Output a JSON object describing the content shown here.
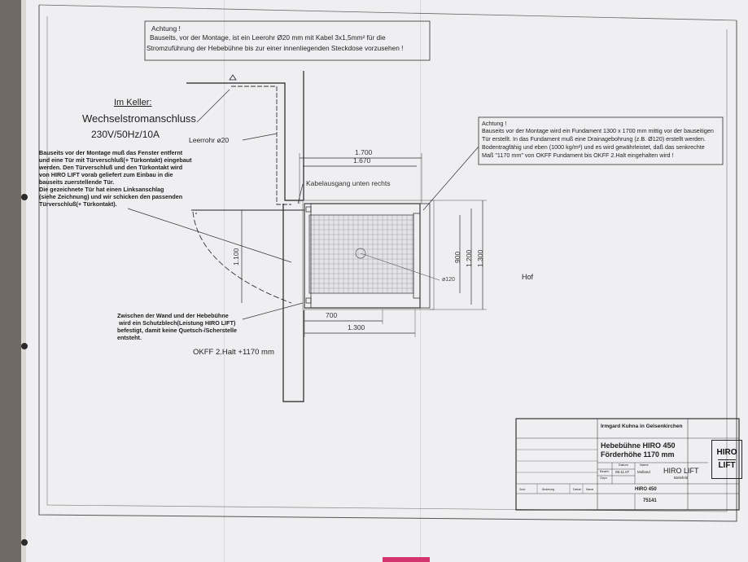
{
  "warning_top": {
    "title": "Achtung !",
    "line1": "Bauseits, vor der Montage, ist ein Leerohr Ø20 mm mit Kabel 3x1,5mm² für die",
    "line2": "Stromzuführung der Hebebühne bis zur einer innenliegenden Steckdose vorzusehen !"
  },
  "keller": {
    "heading": "Im Keller:",
    "line1": "Wechselstromanschluss",
    "line2": "230V/50Hz/10A"
  },
  "leerrohr": "Leerrohr ø20",
  "window_note": [
    "Bauseits vor der Montage muß das Fenster entfernt",
    "und eine Tür mit Türverschluß(+ Türkontakt) eingebaut",
    "werden. Den Türverschluß und den Türkontakt wird",
    "von HIRO LIFT vorab geliefert zum Einbau in die",
    "bauseits zuerstellende Tür.",
    "Die gezeichnete Tür hat einen Linksanschlag",
    "(siehe Zeichnung) und wir schicken den passenden",
    "Türverschluß(+ Türkontakt)."
  ],
  "kabel": "Kabelausgang unten rechts",
  "dimensions": {
    "d1700": "1.700",
    "d1670": "1.670",
    "d1100": "1.100",
    "d900": "900",
    "d1200": "1.200",
    "d1300v": "1.300",
    "d700": "700",
    "d1300h": "1.300",
    "dia120": "ø120"
  },
  "shield_note": [
    "Zwischen der Wand und der Hebebühne",
    "wird ein Schutzblech(Leistung HIRO LIFT)",
    "befestigt, damit keine Quetsch-/Scherstelle",
    "entsteht."
  ],
  "okff": "OKFF 2.Halt +1170 mm",
  "warning_right": [
    "Achtung !",
    "Bauseits vor der Montage wird ein Fundament 1300 x 1700 mm mittig vor der bauseitigen",
    "Tür erstellt. In das Fundament muß eine Drainagebohrung (z.B. Ø120) erstellt werden.",
    "Bodentragfähig und eben (1000 kg/m²) und es wird gewährleistet, daß das senkrechte",
    "Maß \"1170 mm\" von OKFF Fundament bis OKFF 2.Halt eingehalten wird !"
  ],
  "hof": "Hof",
  "title_block": {
    "customer": "Irmgard Kuhna in Gelsenkirchen",
    "product_line1": "Hebebühne HIRO 450",
    "product_line2": "Förderhöhe 1170 mm",
    "col_datum": "Datum",
    "col_name": "Name",
    "row_bearb": "Bearb.",
    "row_gepr": "Gepr.",
    "date": "08.11.07",
    "name": "Molland",
    "company": "HIRO LIFT",
    "city": "Bielefeld",
    "model": "HIRO 450",
    "number": "75141",
    "logo_line1": "HIRO",
    "logo_line2": "LIFT",
    "row_zust": "Zust.",
    "row_aend": "Änderung",
    "row_datum2": "Datum",
    "row_name2": "Name"
  },
  "colors": {
    "paper": "#efeff1",
    "ink": "#1e1e1e",
    "background": "#6f6a63",
    "tape": "#d2356b"
  }
}
